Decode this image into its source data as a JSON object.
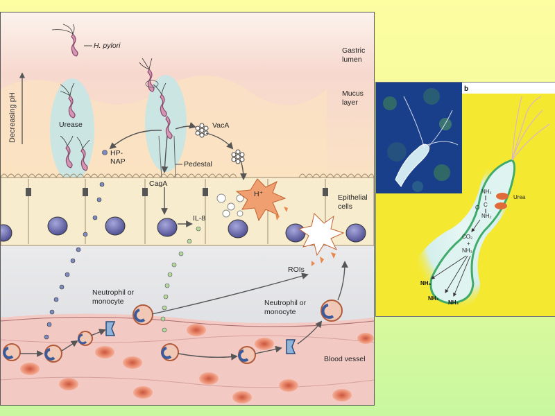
{
  "panel_a": {
    "labels": {
      "h_pylori": "H. pylori",
      "gastric_lumen_1": "Gastric",
      "gastric_lumen_2": "lumen",
      "mucus_layer_1": "Mucus",
      "mucus_layer_2": "layer",
      "decreasing_ph": "Decreasing pH",
      "urease": "Urease",
      "vaca": "VacA",
      "hp_nap_1": "HP-",
      "hp_nap_2": "NAP",
      "pedestal": "Pedestal",
      "caga": "CagA",
      "h_plus": "H⁺",
      "epithelial_1": "Epithelial",
      "epithelial_2": "cells",
      "il8": "IL-8",
      "rois": "ROIs",
      "neutrophil_left_1": "Neutrophil or",
      "neutrophil_left_2": "monocyte",
      "neutrophil_right_1": "Neutrophil or",
      "neutrophil_right_2": "monocyte",
      "blood_vessel": "Blood vessel"
    }
  },
  "panel_b": {
    "label": "b",
    "nh2_top": "NH₂",
    "c": "C",
    "o": "O",
    "nh2_bottom": "NH₂",
    "urea": "Urea",
    "co2": "CO₂",
    "plus": "+",
    "nh3_mid": "NH₃",
    "nh3_1": "NH₃",
    "nh3_2": "NH₃",
    "nh3_3": "NH₃"
  },
  "colors": {
    "page_top": "#fdfda2",
    "page_bottom": "#c8f7a0",
    "bacteria": "#c88aa8",
    "cell_body": "#fbf2dc",
    "nucleus": "#6a6aa8",
    "blood_cell": "#e07a5f",
    "vessel": "#f3c9c4",
    "panel_b_bg": "#f5e830",
    "bacterium_glow": "#dff3f0"
  }
}
